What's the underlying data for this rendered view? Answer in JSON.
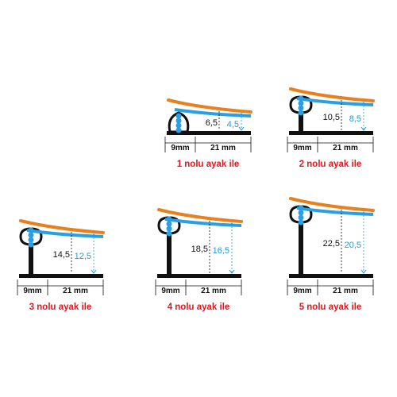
{
  "colors": {
    "orange": "#e8801e",
    "blue": "#2a9fe3",
    "black": "#111111",
    "caption_red": "#e1191e",
    "blue_dim": "#1e9be0"
  },
  "panels": [
    {
      "caption": "1 nolu ayak ile",
      "height_total": "6,5",
      "height_inner": "4,5",
      "width_left": "9mm",
      "width_right": "21 mm"
    },
    {
      "caption": "2 nolu ayak ile",
      "height_total": "10,5",
      "height_inner": "8,5",
      "width_left": "9mm",
      "width_right": "21 mm"
    },
    {
      "caption": "3 nolu ayak ile",
      "height_total": "14,5",
      "height_inner": "12,5",
      "width_left": "9mm",
      "width_right": "21 mm"
    },
    {
      "caption": "4 nolu ayak ile",
      "height_total": "18,5",
      "height_inner": "16,5",
      "width_left": "9mm",
      "width_right": "21 mm"
    },
    {
      "caption": "5 nolu ayak ile",
      "height_total": "22,5",
      "height_inner": "20,5",
      "width_left": "9mm",
      "width_right": "21 mm"
    }
  ]
}
